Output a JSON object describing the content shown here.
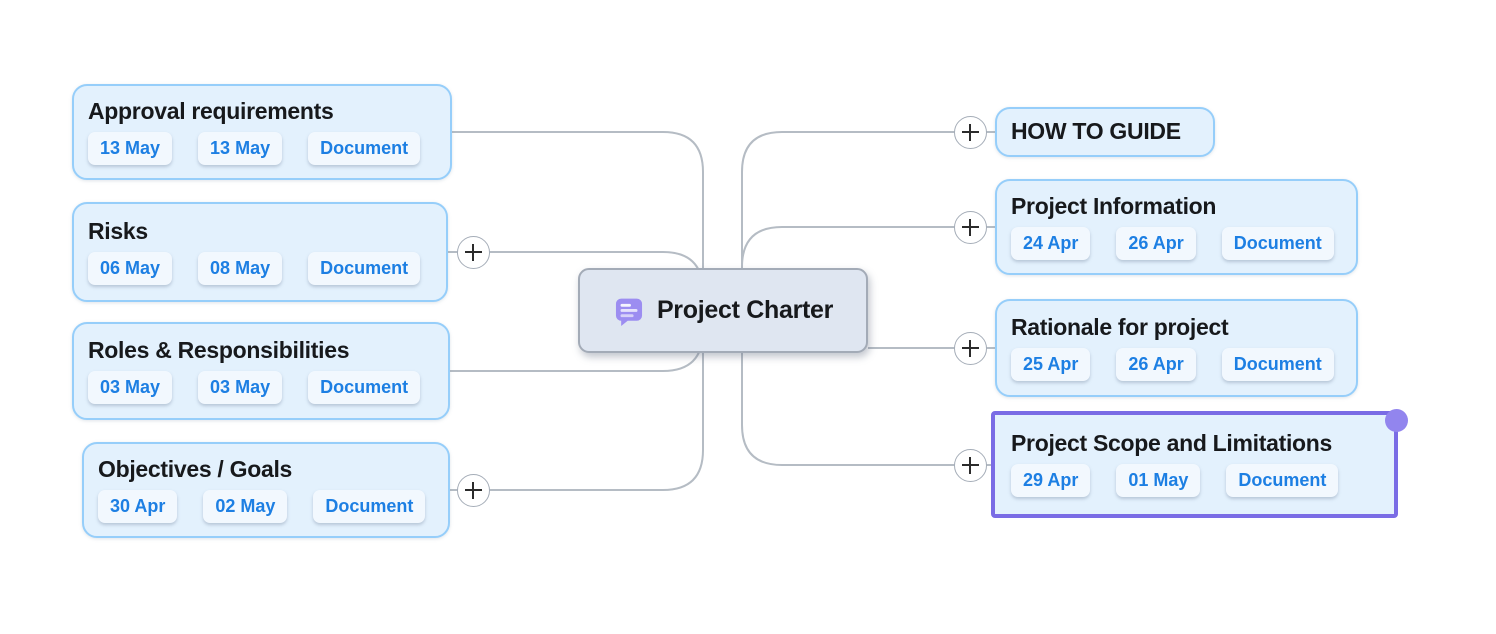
{
  "app": {
    "type": "mind-map"
  },
  "colors": {
    "node_bg": "#e3f1fd",
    "node_border": "#96cefa",
    "badge_bg": "#f2f8fe",
    "badge_text": "#1d7fe3",
    "title_text": "#17191c",
    "root_bg": "#dfe6f1",
    "root_border": "#a3abb7",
    "root_icon": "#9c8df1",
    "connector": "#b5bcc4",
    "selection_border": "#7a6ce5",
    "selection_handle": "#9285ee"
  },
  "root": {
    "label": "Project Charter",
    "icon": "comment-icon"
  },
  "left_nodes": [
    {
      "title": "Approval requirements",
      "badges": [
        "13 May",
        "13 May",
        "Document"
      ]
    },
    {
      "title": "Risks",
      "badges": [
        "06 May",
        "08 May",
        "Document"
      ]
    },
    {
      "title": "Roles & Responsibilities",
      "badges": [
        "03 May",
        "03 May",
        "Document"
      ]
    },
    {
      "title": "Objectives / Goals",
      "badges": [
        "30 Apr",
        "02 May",
        "Document"
      ]
    }
  ],
  "right_nodes": [
    {
      "title": "HOW TO GUIDE",
      "badges": []
    },
    {
      "title": "Project Information",
      "badges": [
        "24 Apr",
        "26 Apr",
        "Document"
      ]
    },
    {
      "title": "Rationale for project",
      "badges": [
        "25 Apr",
        "26 Apr",
        "Document"
      ]
    },
    {
      "title": "Project Scope and Limitations",
      "badges": [
        "29 Apr",
        "01 May",
        "Document"
      ],
      "selected": true
    }
  ]
}
